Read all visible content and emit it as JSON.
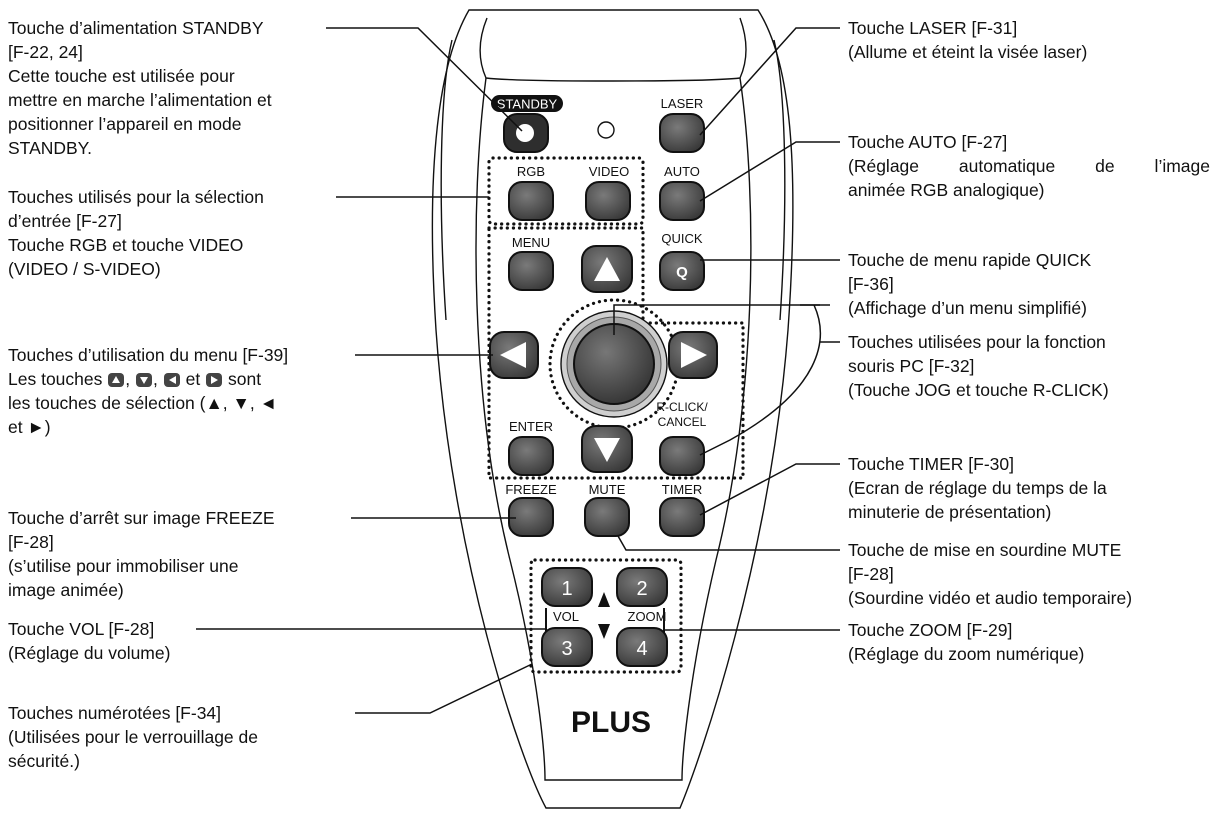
{
  "remote": {
    "brand": "PLUS",
    "buttons": {
      "standby": "STANDBY",
      "laser": "LASER",
      "rgb": "RGB",
      "video": "VIDEO",
      "auto": "AUTO",
      "menu": "MENU",
      "quick": "QUICK",
      "quick_key": "Q",
      "enter": "ENTER",
      "rclick_line1": "R-CLICK/",
      "rclick_line2": "CANCEL",
      "freeze": "FREEZE",
      "mute": "MUTE",
      "timer": "TIMER",
      "vol": "VOL",
      "zoom": "ZOOM",
      "num1": "1",
      "num2": "2",
      "num3": "3",
      "num4": "4"
    }
  },
  "callouts": {
    "standby": [
      "Touche d’alimentation STANDBY",
      "[F-22, 24]",
      "Cette touche est utilisée pour",
      "mettre en marche l’alimentation et",
      "positionner l’appareil en mode",
      "STANDBY."
    ],
    "input": [
      "Touches utilisés pour la sélection",
      "d’entrée [F-27]",
      "Touche RGB et touche VIDEO",
      "(VIDEO / S-VIDEO)"
    ],
    "menu_line1": "Touches d’utilisation du menu [F-39]",
    "menu_line2_a": "Les touches",
    "menu_line2_sep1": ",",
    "menu_line2_sep2": ",",
    "menu_line2_and": "et",
    "menu_line2_b": "sont",
    "menu_line3": "les touches de sélection (▲, ▼, ◄",
    "menu_line4": "et ►)",
    "freeze": [
      "Touche d’arrêt sur image FREEZE",
      "[F-28]",
      "(s’utilise pour immobiliser une",
      "image animée)"
    ],
    "vol": [
      "Touche VOL [F-28]",
      "(Réglage du volume)"
    ],
    "numbers": [
      "Touches numérotées [F-34]",
      "(Utilisées pour le verrouillage de",
      "sécurité.)"
    ],
    "laser": [
      "Touche LASER [F-31]",
      "(Allume et éteint la visée laser)"
    ],
    "auto": [
      "Touche AUTO [F-27]",
      "(Réglage automatique de l’image",
      "animée RGB analogique)"
    ],
    "quick": [
      "Touche de menu rapide QUICK",
      "[F-36]",
      "(Affichage d’un menu simplifié)"
    ],
    "mouse": [
      "Touches utilisées pour la fonction",
      "souris PC [F-32]",
      "(Touche JOG et touche R-CLICK)"
    ],
    "timer": [
      "Touche TIMER [F-30]",
      "(Ecran de réglage du temps de la",
      "minuterie de présentation)"
    ],
    "mute": [
      "Touche de mise en sourdine MUTE",
      "[F-28]",
      "(Sourdine vidéo et audio temporaire)"
    ],
    "zoom": [
      "Touche ZOOM [F-29]",
      "(Réglage du zoom numérique)"
    ]
  },
  "colors": {
    "button": "#4a4a4a",
    "outline": "#111111",
    "body": "#ffffff"
  }
}
